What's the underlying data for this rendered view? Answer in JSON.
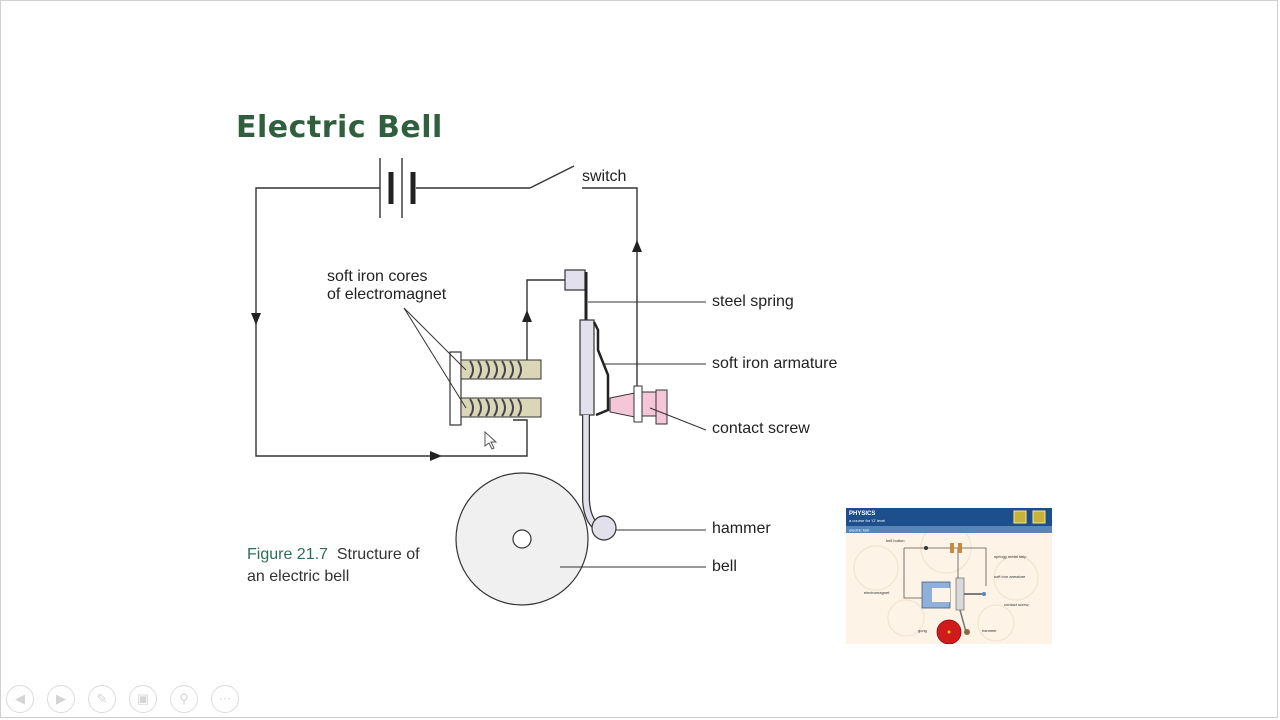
{
  "slide": {
    "title": "Electric Bell"
  },
  "labels": {
    "switch": "switch",
    "cores_line1": "soft iron cores",
    "cores_line2": "of electromagnet",
    "steel_spring": "steel spring",
    "armature": "soft iron armature",
    "contact_screw": "contact screw",
    "hammer": "hammer",
    "bell": "bell"
  },
  "caption": {
    "figure": "Figure 21.7",
    "text1": "Structure of",
    "text2": "an electric bell"
  },
  "thumbnail": {
    "title1": "PHYSICS",
    "title2": "a course for 'O' level",
    "tab": "electric bell",
    "labels": {
      "bell_button": "bell button",
      "springy_strip": "springy metal strip",
      "armature": "soft iron armature",
      "electromagnet": "electromagnet",
      "contact_screw": "contact screw",
      "gong": "gong",
      "hammer": "hammer"
    },
    "colors": {
      "header": "#1d4f8c",
      "gong": "#d11a1a"
    }
  },
  "toolbar": {
    "buttons": [
      {
        "name": "previous",
        "icon": "arrow-left-icon"
      },
      {
        "name": "next",
        "icon": "arrow-right-icon"
      },
      {
        "name": "pen",
        "icon": "pen-icon"
      },
      {
        "name": "slides",
        "icon": "slides-icon"
      },
      {
        "name": "zoom",
        "icon": "zoom-icon"
      },
      {
        "name": "more",
        "icon": "more-icon"
      }
    ]
  },
  "colors": {
    "title": "#2f5f3d",
    "coil": "#d9d7b8",
    "contact": "#f4c6d8",
    "armature": "#e2e0ea"
  }
}
